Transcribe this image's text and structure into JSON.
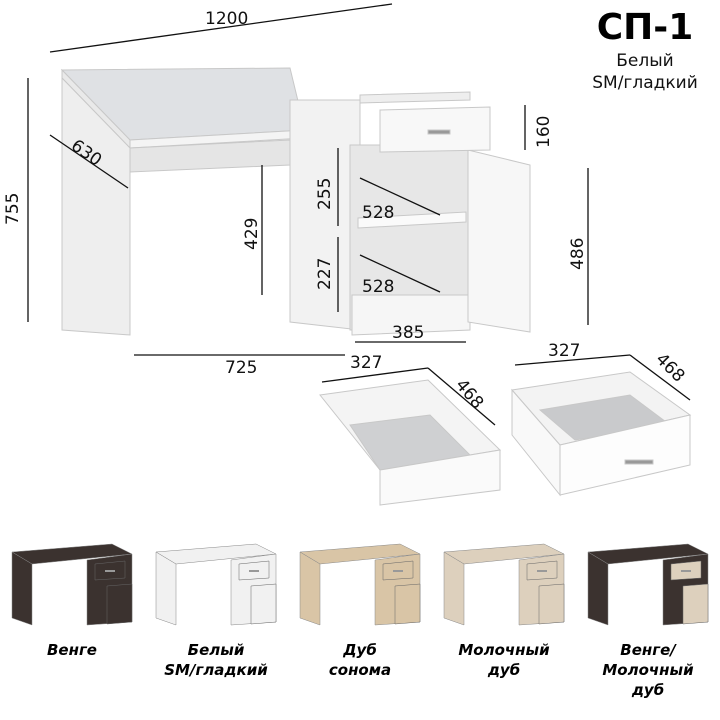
{
  "title": {
    "code": "СП-1",
    "color_line1": "Белый",
    "color_line2": "SM/гладкий"
  },
  "dimensions": {
    "width": "1200",
    "height": "755",
    "depth": "630",
    "knee_height": "429",
    "knee_width": "725",
    "shelf_upper_height": "255",
    "shelf_upper_depth": "528",
    "shelf_lower_height": "227",
    "shelf_lower_depth": "528",
    "pedestal_width": "385",
    "drawer_front_height": "160",
    "door_height": "486",
    "drawer1_width": "327",
    "drawer1_depth": "468",
    "drawer2_width": "327",
    "drawer2_depth": "468"
  },
  "variants": [
    {
      "label": "Венге",
      "body": "#3b322f",
      "front": "#3b322f"
    },
    {
      "label": "Белый\nSM/гладкий",
      "body": "#f1f1f1",
      "front": "#f1f1f1"
    },
    {
      "label": "Дуб\nсонома",
      "body": "#d9c5a6",
      "front": "#d9c5a6"
    },
    {
      "label": "Молочный\nдуб",
      "body": "#ddd0bd",
      "front": "#ddd0bd"
    },
    {
      "label": "Венге/\nМолочный\nдуб",
      "body": "#3b322f",
      "front": "#ddd0bd"
    }
  ]
}
